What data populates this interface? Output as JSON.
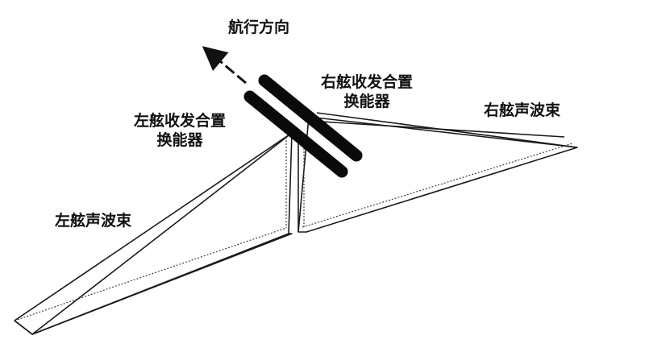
{
  "labels": {
    "direction": "航行方向",
    "right_transducer_line1": "右舷收发合置",
    "right_transducer_line2": "换能器",
    "left_transducer_line1": "左舷收发合置",
    "left_transducer_line2": "换能器",
    "right_beam": "右舷声波束",
    "left_beam": "左舷声波束"
  },
  "colors": {
    "line": "#1a1a1a",
    "bar": "#0a0a0a",
    "text": "#111111"
  }
}
